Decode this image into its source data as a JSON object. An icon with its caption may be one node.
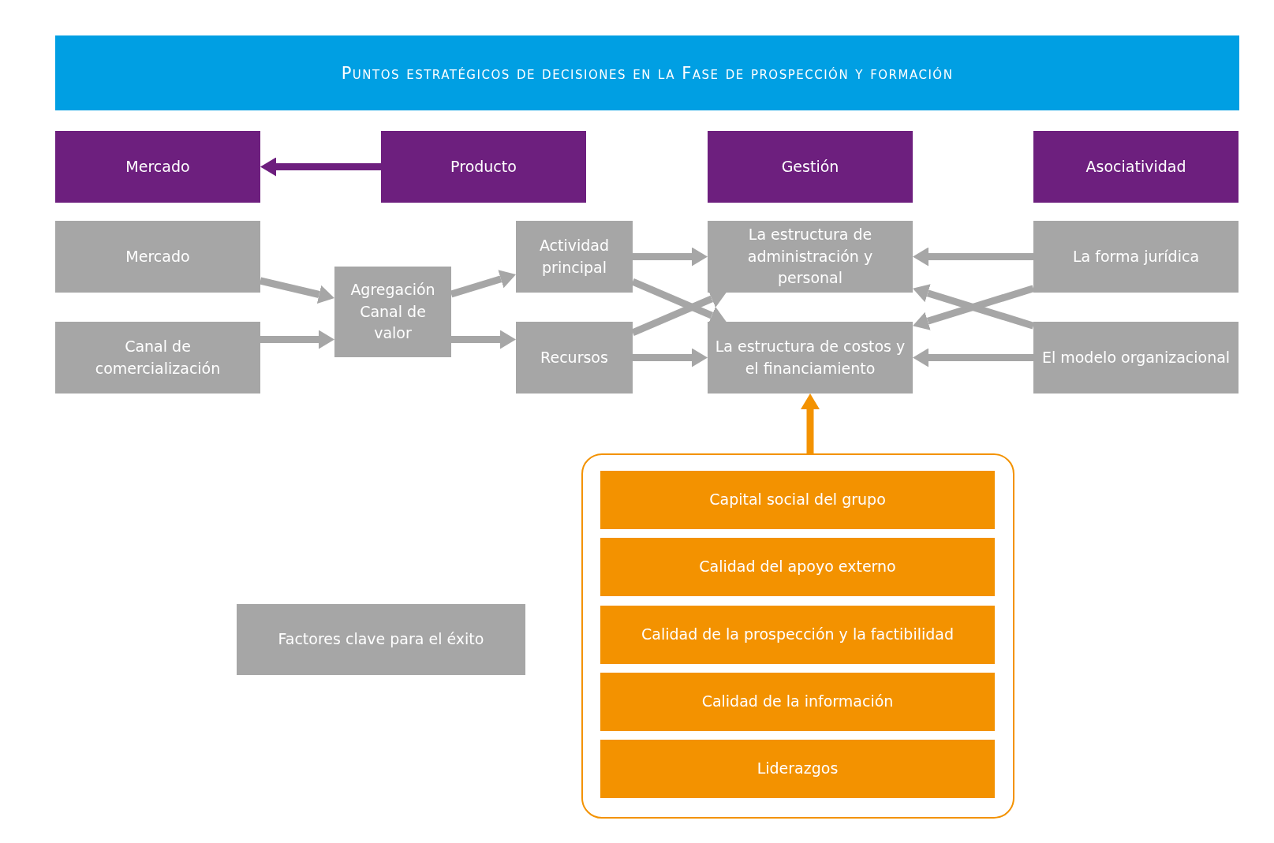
{
  "diagram": {
    "title": "Puntos estratégicos de decisiones en la Fase de prospección y formación",
    "nodes": [
      {
        "text": [
          "Mercado"
        ]
      },
      {
        "text": [
          "Producto"
        ]
      },
      {
        "text": [
          "Gestión"
        ]
      },
      {
        "text": [
          "Asociatividad"
        ]
      },
      {
        "text": [
          "Mercado"
        ]
      },
      {
        "text": [
          "Canal de comercialización"
        ]
      },
      {
        "text": [
          "Agregación Canal de valor"
        ]
      },
      {
        "text": [
          "Actividad principal"
        ]
      },
      {
        "text": [
          "Recursos"
        ]
      },
      {
        "text": [
          "La estructura de administración y personal"
        ]
      },
      {
        "text": [
          "La estructura de costos y el financiamiento"
        ]
      },
      {
        "text": [
          "La forma jurídica"
        ]
      },
      {
        "text": [
          "El modelo organizacional"
        ]
      },
      {
        "text": [
          "Factores clave para el éxito"
        ]
      },
      {
        "text": [],
        "shape": "box"
      },
      {
        "text": [
          "Capital social del grupo"
        ],
        "in": 14
      },
      {
        "text": [
          "Calidad del apoyo externo"
        ],
        "in": 14
      },
      {
        "text": [
          "Calidad de la prospección y la factibilidad"
        ],
        "in": 14
      },
      {
        "text": [
          "Calidad de la información"
        ],
        "in": 14
      },
      {
        "text": [
          "Liderazgos"
        ],
        "in": 14
      }
    ],
    "edges": [
      {
        "from": 1,
        "to": 0,
        "arrow": "to",
        "color": "#6d1f7e"
      },
      {
        "from": 4,
        "to": 6,
        "arrow": "to"
      },
      {
        "from": 5,
        "to": 6,
        "arrow": "to"
      },
      {
        "from": 6,
        "to": 7,
        "arrow": "to"
      },
      {
        "from": 6,
        "to": 8,
        "arrow": "to"
      },
      {
        "from": 7,
        "to": 9,
        "arrow": "to"
      },
      {
        "from": 7,
        "to": 10,
        "arrow": "to"
      },
      {
        "from": 8,
        "to": 9,
        "arrow": "to"
      },
      {
        "from": 8,
        "to": 10,
        "arrow": "to"
      },
      {
        "from": 11,
        "to": 9,
        "arrow": "to"
      },
      {
        "from": 11,
        "to": 10,
        "arrow": "to"
      },
      {
        "from": 12,
        "to": 9,
        "arrow": "to"
      },
      {
        "from": 12,
        "to": 10,
        "arrow": "to"
      },
      {
        "from": 14,
        "to": 10,
        "arrow": "to",
        "color": "#f39200"
      }
    ]
  }
}
